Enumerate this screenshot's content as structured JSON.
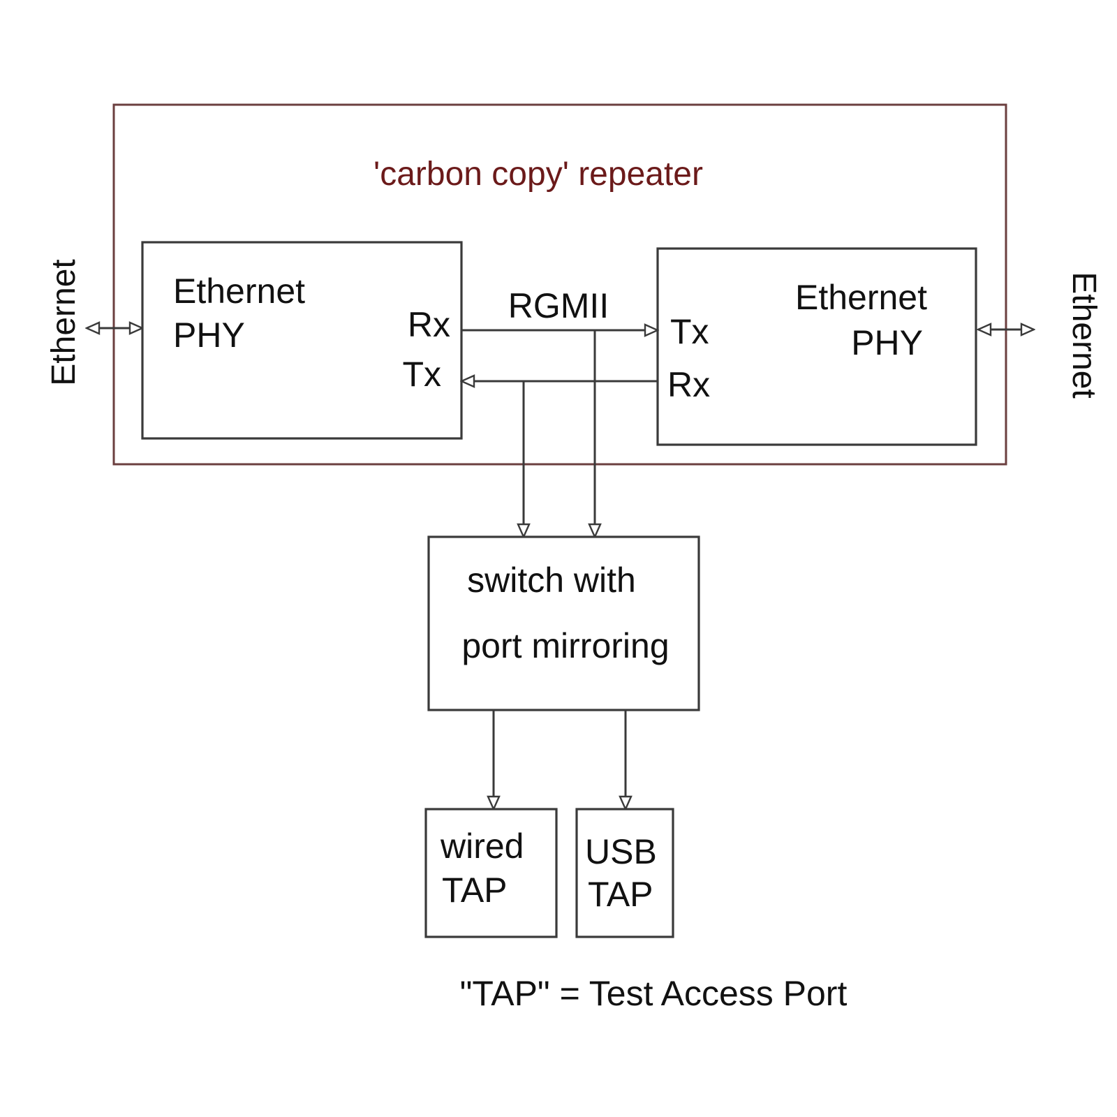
{
  "repeater": {
    "title": "'carbon copy' repeater",
    "title_color": "#6b1a1a",
    "border_color": "#6b3f3f"
  },
  "left_external": {
    "label": "Ethernet"
  },
  "right_external": {
    "label": "Ethernet"
  },
  "left_phy": {
    "line1": "Ethernet",
    "line2": "PHY",
    "port_rx": "Rx",
    "port_tx": "Tx"
  },
  "right_phy": {
    "line1": "Ethernet",
    "line2": "PHY",
    "port_tx": "Tx",
    "port_rx": "Rx"
  },
  "bus": {
    "label": "RGMII"
  },
  "switch": {
    "line1": "switch with",
    "line2": "port mirroring"
  },
  "taps": [
    {
      "line1": "wired",
      "line2": "TAP"
    },
    {
      "line1": "USB",
      "line2": "TAP"
    }
  ],
  "footnote": "\"TAP\" = Test Access Port"
}
